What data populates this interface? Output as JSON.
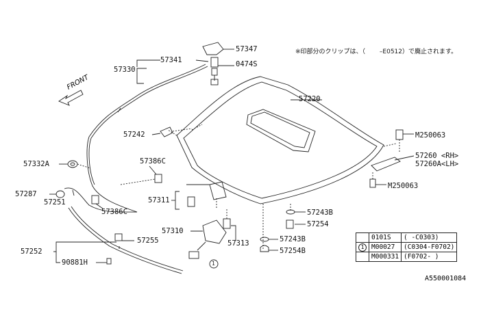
{
  "parts": {
    "p57347": "57347",
    "p57341": "57341",
    "p0474S": "0474S",
    "p57330": "57330",
    "p57220": "57220",
    "p57242": "57242",
    "pM250063a": "M250063",
    "pM250063b": "M250063",
    "p57260rh": "57260 <RH>",
    "p57260lh": "57260A<LH>",
    "p57332A": "57332A",
    "p57386C_a": "57386C",
    "p57386C_b": "57386C",
    "p57287": "57287",
    "p57251": "57251",
    "p57311": "57311",
    "p57243B_a": "57243B",
    "p57254": "57254",
    "p57310": "57310",
    "p57313": "57313",
    "p57243B_b": "57243B",
    "p57254B": "57254B",
    "p57255": "57255",
    "p57252": "57252",
    "p90881H": "90881H",
    "callout1": "1"
  },
  "direction_label": "FRONT",
  "note": "※印部分のクリップは、（　　 –E0512）で廃止されます。",
  "applicability_table": {
    "rows": [
      {
        "mark": "",
        "part": "0101S",
        "range": "(      -C0303)"
      },
      {
        "mark": "1",
        "part": "M00027",
        "range": "(C0304-F0702)"
      },
      {
        "mark": "",
        "part": "M000331",
        "range": "(F0702-      )"
      }
    ]
  },
  "drawing_code": "A550001084",
  "colors": {
    "line": "#222222",
    "background": "#ffffff"
  }
}
